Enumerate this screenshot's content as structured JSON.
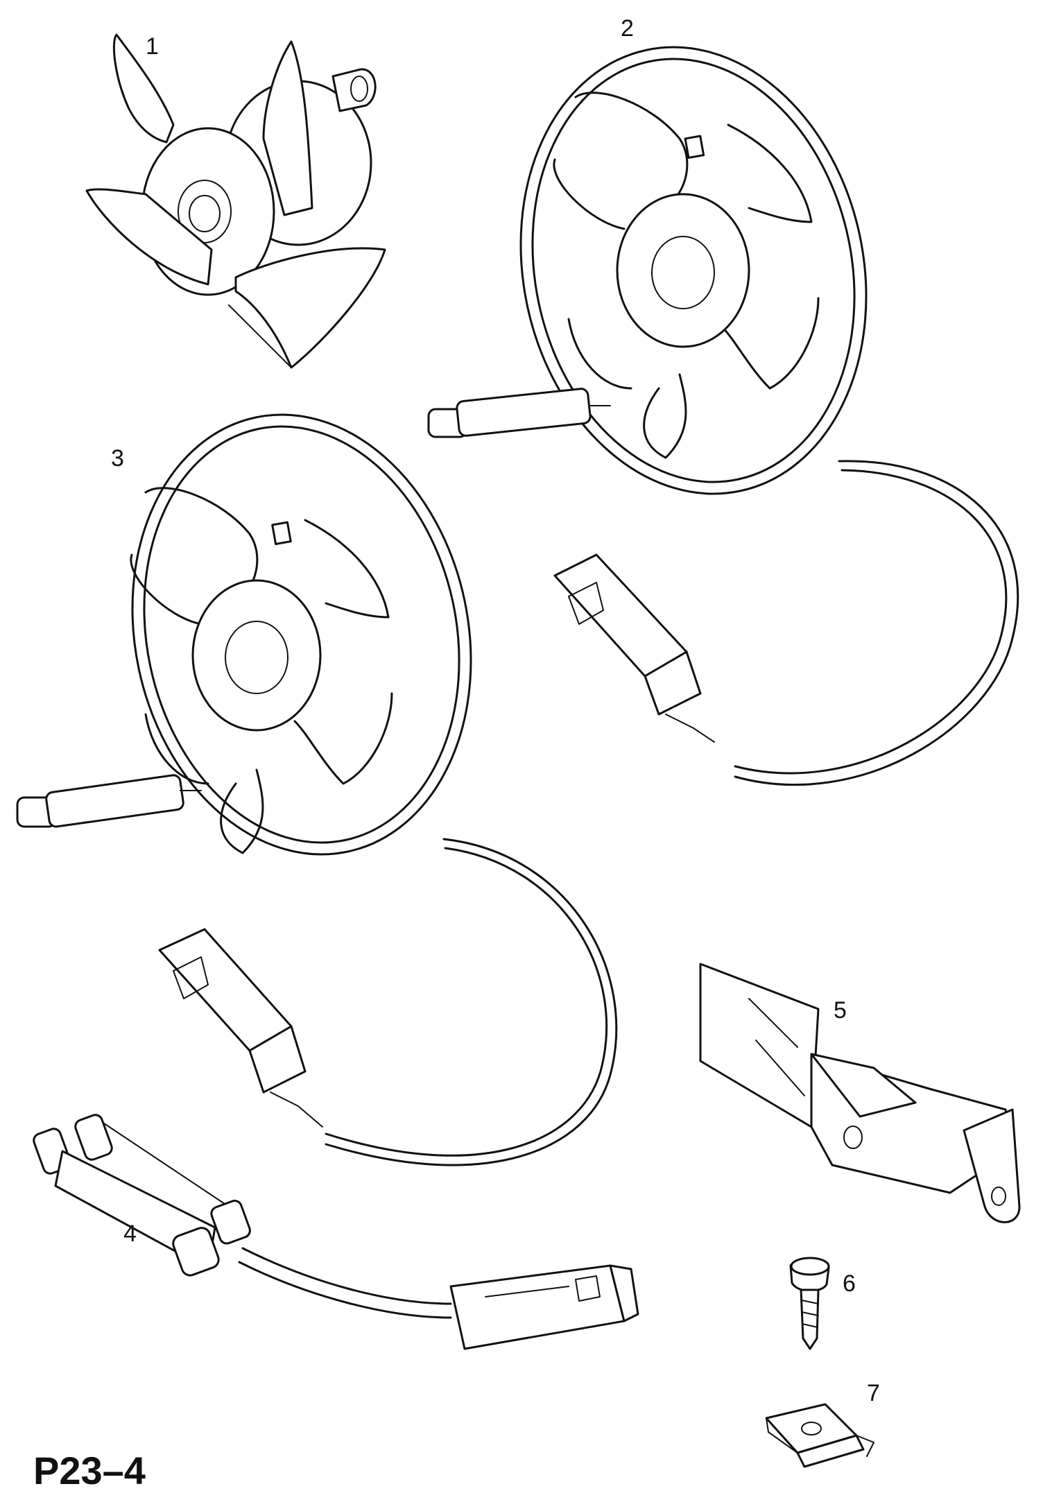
{
  "page_code": "P23–4",
  "callouts": {
    "fan_motor": "1",
    "fan_assembly_upper": "2",
    "fan_assembly_lower": "3",
    "wiring_harness": "4",
    "bracket": "5",
    "screw": "6",
    "clip_nut": "7"
  }
}
